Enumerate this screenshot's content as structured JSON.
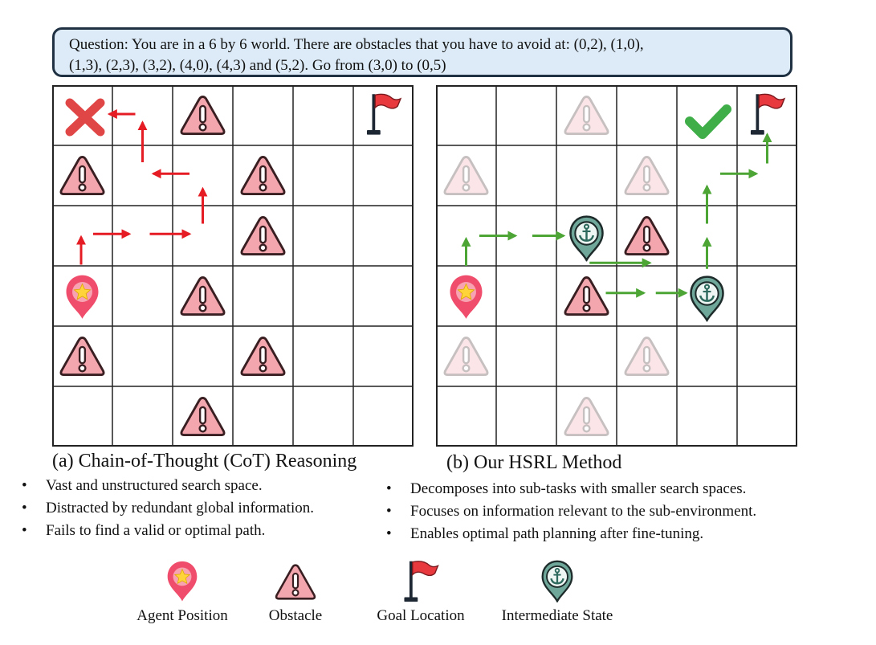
{
  "question": {
    "line1": "Question: You are in a 6 by 6 world. There are obstacles that you have to avoid at: (0,2), (1,0),",
    "line2": "(1,3), (2,3), (3,2), (4,0), (4,3) and (5,2). Go from (3,0) to (0,5)"
  },
  "grid_size": 6,
  "obstacles": [
    [
      0,
      2
    ],
    [
      1,
      0
    ],
    [
      1,
      3
    ],
    [
      2,
      3
    ],
    [
      3,
      2
    ],
    [
      4,
      0
    ],
    [
      4,
      3
    ],
    [
      5,
      2
    ]
  ],
  "start": [
    3,
    0
  ],
  "goal": [
    0,
    5
  ],
  "colors": {
    "question_bg": "#dcebf7",
    "question_border": "#1f3142",
    "obstacle_fill": "#f4a6ae",
    "obstacle_stroke": "#3a1f22",
    "cot_arrow": "#e51c23",
    "hsrl_arrow": "#4ca535",
    "cross": "#e04646",
    "check": "#3fae49",
    "flag": "#e8393f",
    "anchor_fill": "#2e6b5e"
  },
  "panel_a": {
    "caption": "(a) Chain-of-Thought (CoT) Reasoning",
    "end_marker": "cross-icon",
    "bullets": [
      "Vast and unstructured search space.",
      "Distracted by redundant global information.",
      "Fails to find a valid or optimal path."
    ]
  },
  "panel_b": {
    "caption": "(b) Our HSRL Method",
    "end_marker": "check-icon",
    "intermediate_states": [
      [
        2,
        2
      ],
      [
        3,
        4
      ]
    ],
    "faded_obstacles": [
      [
        0,
        2
      ],
      [
        1,
        0
      ],
      [
        1,
        3
      ],
      [
        4,
        0
      ],
      [
        4,
        3
      ],
      [
        5,
        2
      ]
    ],
    "bullets": [
      "Decomposes into sub-tasks with smaller search spaces.",
      "Focuses on information relevant to the sub-environment.",
      "Enables optimal path planning after fine-tuning."
    ]
  },
  "legend": [
    {
      "label": "Agent Position",
      "icon": "agent-marker-icon"
    },
    {
      "label": "Obstacle",
      "icon": "warning-icon"
    },
    {
      "label": "Goal Location",
      "icon": "flag-icon"
    },
    {
      "label": "Intermediate State",
      "icon": "anchor-marker-icon"
    }
  ]
}
